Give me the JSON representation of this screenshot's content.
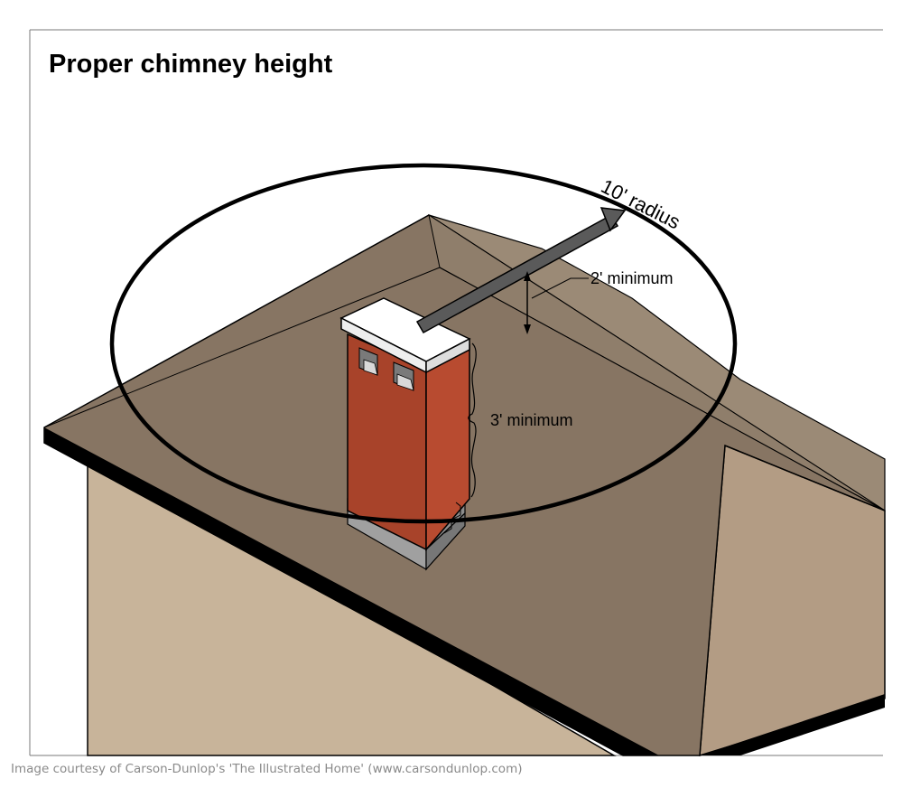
{
  "title": "Proper chimney height",
  "labels": {
    "radius": "10' radius",
    "ridge_clearance": "2' minimum",
    "roof_clearance": "3' minimum"
  },
  "credit": "Image courtesy of Carson-Dunlop's 'The Illustrated Home' (www.carsondunlop.com)",
  "colors": {
    "roof_dark": "#877563",
    "roof_mid": "#9b8a76",
    "wall": "#c8b49a",
    "wall_shadow": "#b39c84",
    "brick": "#a8432a",
    "brick_dark": "#8f3622",
    "cap": "#ffffff",
    "flashing": "#8c8c8c",
    "fascia": "#000000"
  }
}
